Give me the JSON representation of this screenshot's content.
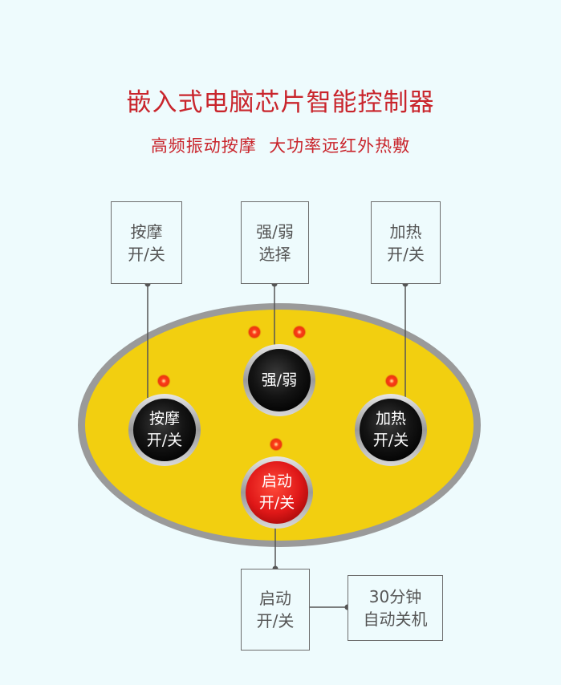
{
  "header": {
    "title": "嵌入式电脑芯片智能控制器",
    "subtitle": "高频振动按摩  大功率远红外热敷"
  },
  "callouts": {
    "massage": {
      "line1": "按摩",
      "line2": "开/关"
    },
    "strength": {
      "line1": "强/弱",
      "line2": "选择"
    },
    "heat": {
      "line1": "加热",
      "line2": "开/关"
    },
    "start": {
      "line1": "启动",
      "line2": "开/关"
    },
    "timer": {
      "line1": "30分钟",
      "line2": "自动关机"
    }
  },
  "panel_buttons": {
    "strength": {
      "label": "强/弱"
    },
    "massage": {
      "line1": "按摩",
      "line2": "开/关"
    },
    "heat": {
      "line1": "加热",
      "line2": "开/关"
    },
    "start": {
      "line1": "启动",
      "line2": "开/关"
    }
  },
  "colors": {
    "title_red": "#c9252c",
    "panel_yellow": "#f2cf10",
    "panel_rim": "#9a9a9a",
    "button_black": "#111111",
    "button_red": "#e01818",
    "indicator_led": "#ff2a1a"
  }
}
